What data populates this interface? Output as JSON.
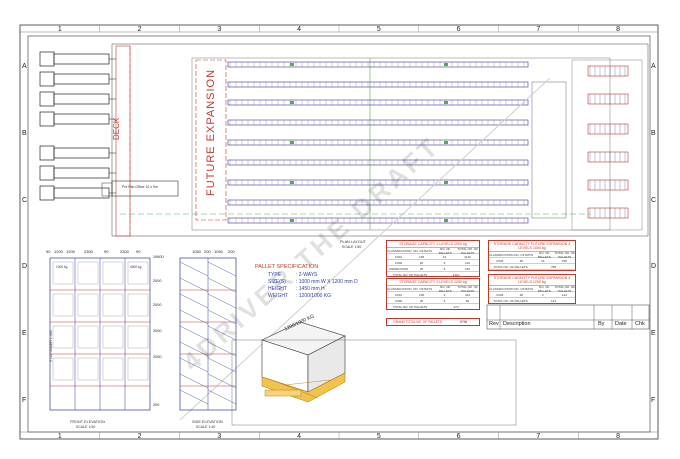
{
  "grid": {
    "columns": [
      "1",
      "2",
      "3",
      "4",
      "5",
      "6",
      "7",
      "8"
    ],
    "rows": [
      "A",
      "B",
      "C",
      "D",
      "E",
      "F"
    ]
  },
  "plan": {
    "deck_label": "DECK",
    "future_label": "FUTURE EXPANSION",
    "watermark": "4DRIVER THE DRAFT",
    "office_label": "Pre Fab Office 10 x 5m",
    "title": "PLAN LAYOUT",
    "scale": "SCALE 1:80"
  },
  "front_elevation": {
    "title": "FRONT ELEVATION",
    "scale": "SCALE 1:50",
    "top_dims": [
      "90",
      "1200",
      "1200",
      "2300",
      "90",
      "2300",
      "90"
    ],
    "load_label": "1000 kg",
    "alt_load": "4000 kg",
    "side_dims": [
      "10600",
      "2000",
      "2000",
      "2000",
      "2000",
      "200"
    ],
    "vertical_text": "9 115 UNDER 1:400"
  },
  "side_elevation": {
    "title": "SIDE ELEVATION",
    "scale": "SCALE 1:40",
    "top_dims": [
      "1050",
      "200",
      "1050",
      "200"
    ]
  },
  "pallet_spec": {
    "title": "PALLET SPECIFICATION",
    "type_label": "TYPE",
    "type_value": ": 2-WAYS",
    "size_label": "SIZE(S)",
    "size_value": ": 1000 mm W X 1200 mm D",
    "height_label": "HEIGHT",
    "height_value": ": 1450 mm H",
    "weight_label": "WEIGHT",
    "weight_value": ": 1200/1000 KG",
    "box_label": "1200/1000 KG"
  },
  "tables": {
    "t1_title": "STORAGE CAPACITY 3 LEVELS 1000 kg",
    "t2_title": "STORAGE CAPACITY FUTURE EXPANSION 4 LEVELS 1000 kg",
    "t3_title": "STORAGE CAPACITY 3 LEVELS 1200 kg",
    "t4_title": "STORAGE CAPACITY FUTURE EXPANSION 4 LEVELS 1200 kg",
    "hdr_a": "CLASSIFICATION",
    "hdr_b": "NO. OF BAYS",
    "hdr_c": "NO. OF PALLETS",
    "hdr_d": "TOTAL NO. OF PALLETS",
    "r1": [
      "C001",
      "138",
      "12",
      "4140"
    ],
    "r2": [
      "C002",
      "20",
      "6",
      "120"
    ],
    "r3": [
      "UNDER PASS",
      "25",
      "6",
      "150"
    ],
    "total": "TOTAL NO. OF PALLETS",
    "total_v1": "4410",
    "f1": [
      "C003",
      "48",
      "16",
      "768"
    ],
    "f_total": "768",
    "k1": [
      "C001",
      "138",
      "3",
      "414"
    ],
    "k2": [
      "C002",
      "20",
      "3",
      "60"
    ],
    "k_total": "474",
    "g1": [
      "C003",
      "48",
      "3",
      "144"
    ],
    "g_total": "144",
    "grand_label": "GRAND TOTAL NO. OF PALLETS",
    "grand_value": "5796"
  },
  "revision": {
    "rev": "Rev",
    "description": "Description",
    "by": "By",
    "date": "Date",
    "chk": "Chk"
  }
}
